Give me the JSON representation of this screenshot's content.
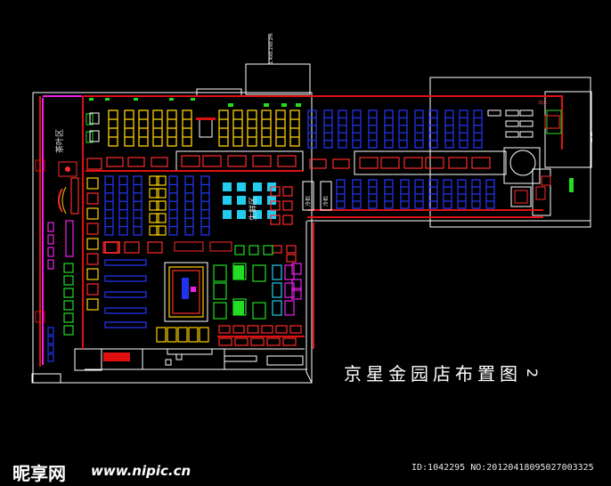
{
  "plan": {
    "title": "京星金园店布置图",
    "title_number": "2",
    "zone_left": "茶叶区",
    "zone_center": "生鲜区",
    "dimension_text": "1.4x0.2x0.2m",
    "label_small_1": "生鲜区",
    "label_small_2": "冷柜",
    "label_small_3": "冷柜",
    "label_small_4": "冷冻",
    "colors": {
      "background": "#000000",
      "wall_red": "#e01010",
      "outline_white": "#ffffff",
      "shelf_blue": "#2233ee",
      "shelf_yellow": "#ffd000",
      "shelf_red": "#ff2a2a",
      "fresh_green": "#22dd22",
      "fresh_cyan": "#22ccee",
      "accent_magenta": "#ee22ee"
    }
  },
  "watermark": {
    "logo": "昵享网",
    "url": "www.nipic.cn",
    "id_text": "ID:1042295 NO:20120418095027003325"
  }
}
